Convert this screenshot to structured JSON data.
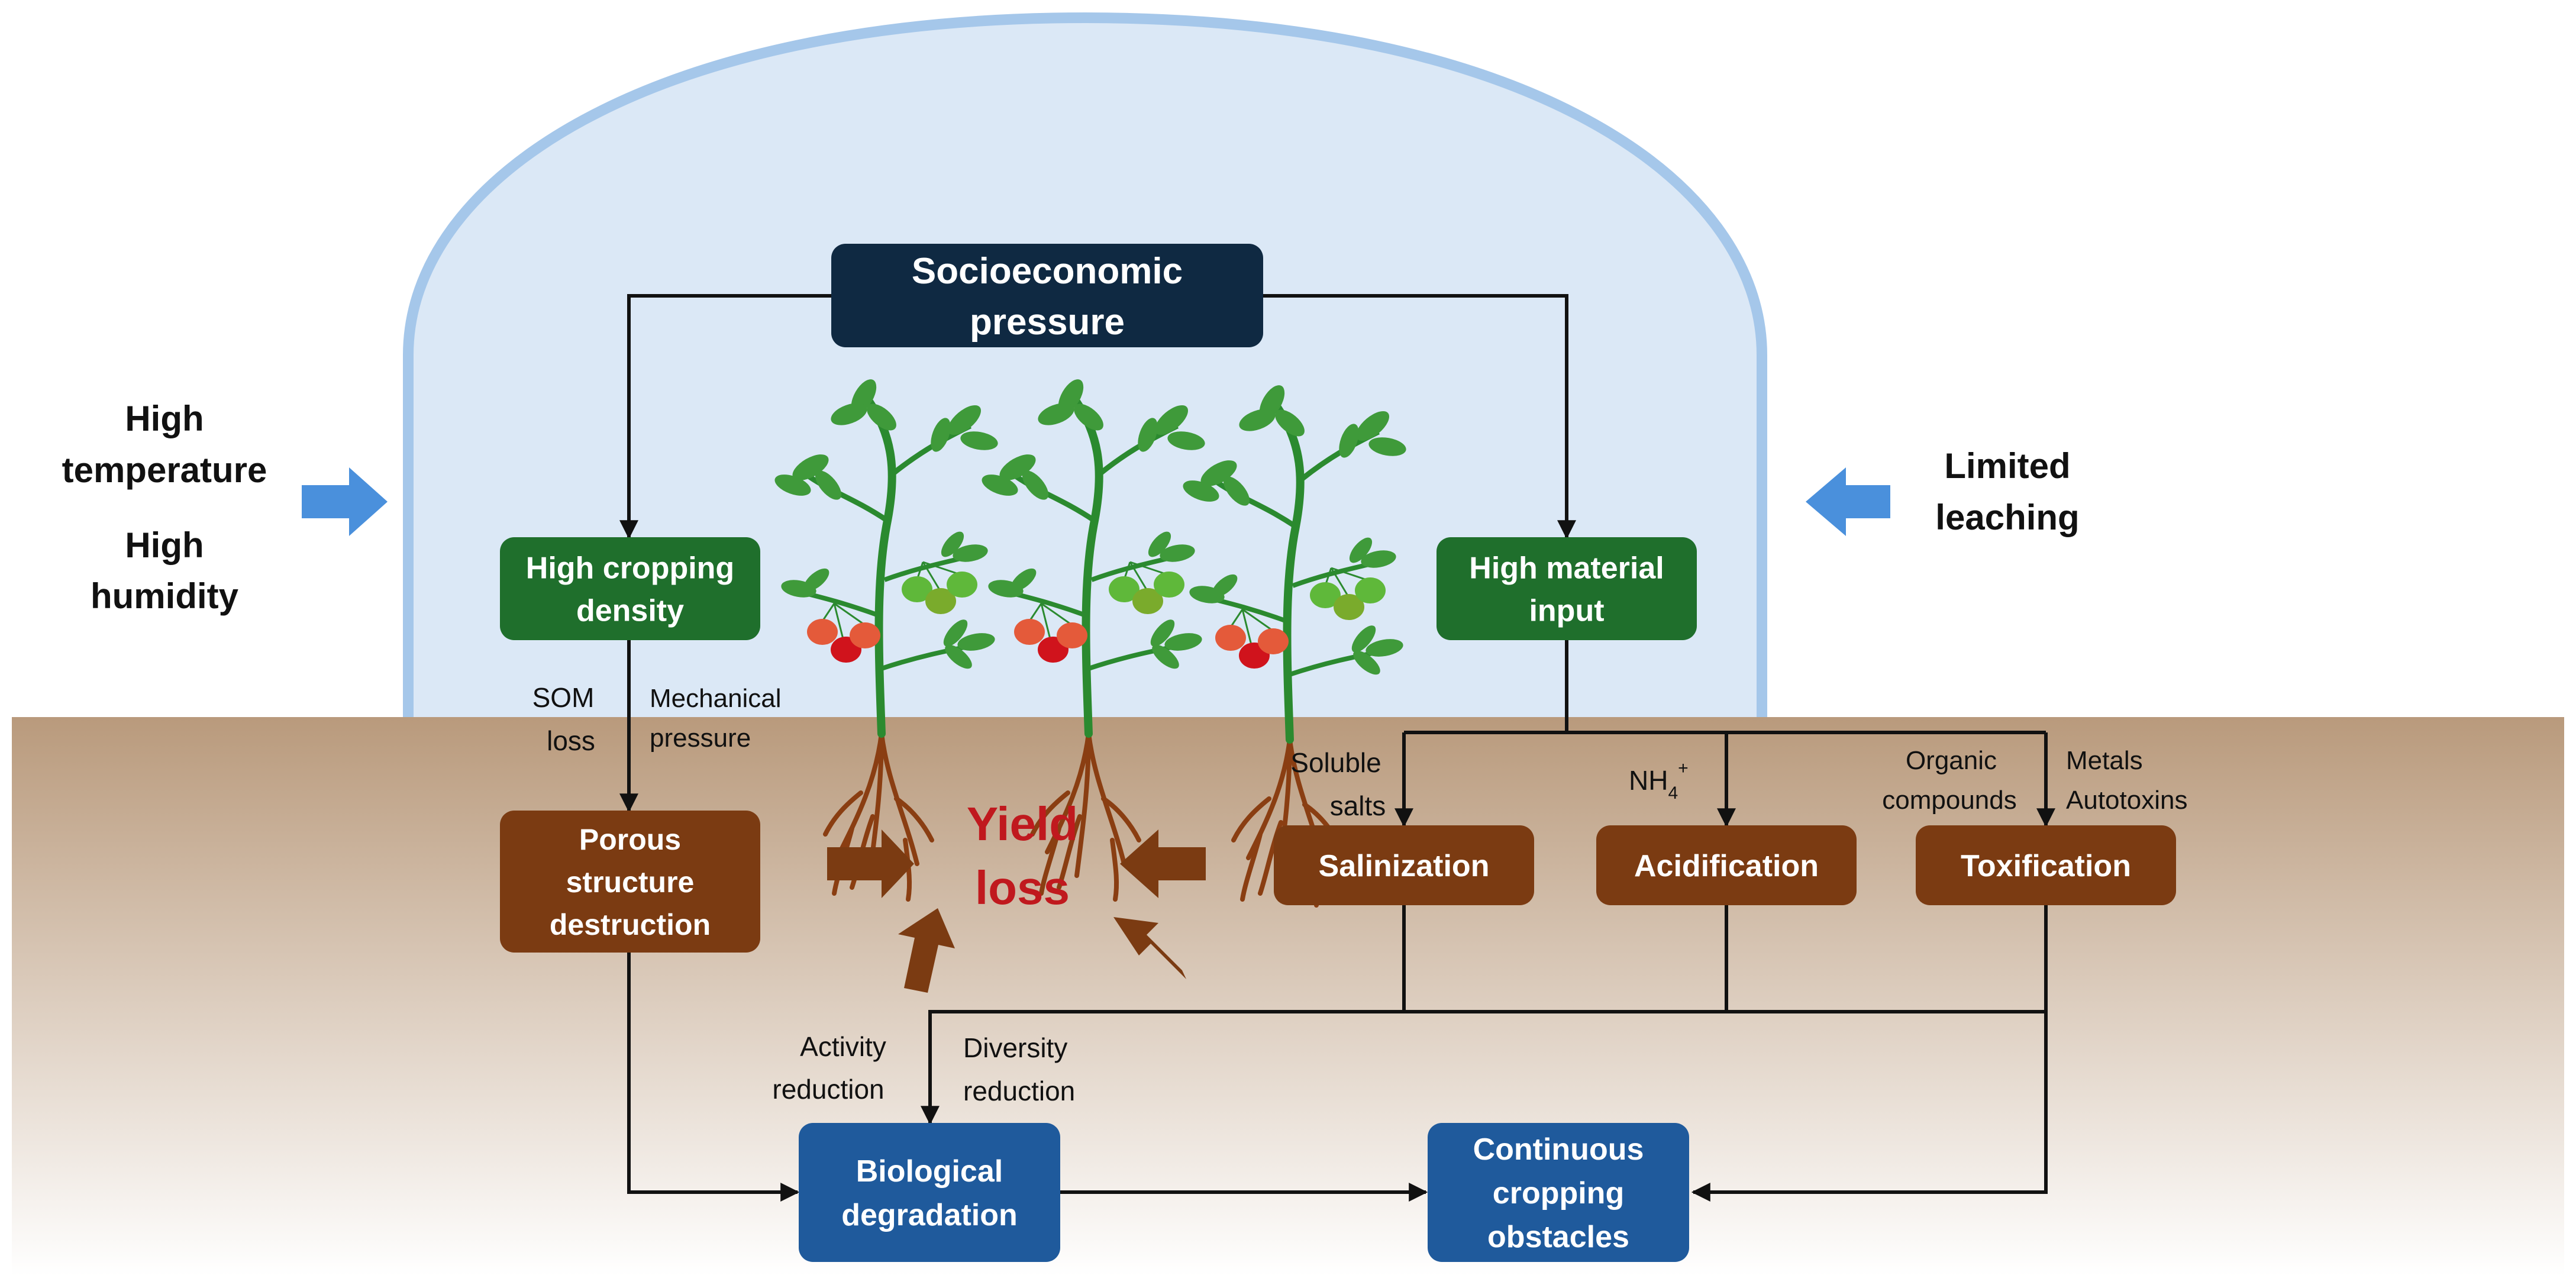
{
  "colors": {
    "greenhouse_fill": "#dbe8f6",
    "greenhouse_stroke": "#a5c7ea",
    "soil_top": "#b99a7c",
    "soil_bottom": "#ffffff",
    "dark_navy": "#0f2942",
    "green_box": "#1f6f2c",
    "brown_box": "#7b3b12",
    "blue_box": "#1f5a9c",
    "blue_arrow": "#4a90dc",
    "yield_text": "#c0191e"
  },
  "climate": {
    "left_line1": "High",
    "left_line2": "temperature",
    "left_line3": "High",
    "left_line4": "humidity",
    "right_line1": "Limited",
    "right_line2": "leaching"
  },
  "boxes": {
    "socioeconomic": [
      "Socioeconomic",
      "pressure"
    ],
    "cropping_density": [
      "High cropping",
      "density"
    ],
    "material_input": [
      "High material",
      "input"
    ],
    "porous": [
      "Porous",
      "structure",
      "destruction"
    ],
    "salinization": [
      "Salinization"
    ],
    "acidification": [
      "Acidification"
    ],
    "toxification": [
      "Toxification"
    ],
    "biological": [
      "Biological",
      "degradation"
    ],
    "continuous": [
      "Continuous",
      "cropping",
      "obstacles"
    ]
  },
  "labels": {
    "som_loss": [
      "SOM",
      "loss"
    ],
    "mechanical": [
      "Mechanical",
      "pressure"
    ],
    "soluble_salts": [
      "Soluble",
      "salts"
    ],
    "nh4": "NH",
    "nh4_sub": "4",
    "nh4_sup": "+",
    "organic": [
      "Organic",
      "compounds"
    ],
    "metals": [
      "Metals",
      "Autotoxins"
    ],
    "activity": [
      "Activity",
      "reduction"
    ],
    "diversity": [
      "Diversity",
      "reduction"
    ]
  },
  "yield": [
    "Yield",
    "loss"
  ],
  "icons": [
    "tomato-plant-icon",
    "blue-arrow-icon",
    "brown-arrow-icon"
  ]
}
